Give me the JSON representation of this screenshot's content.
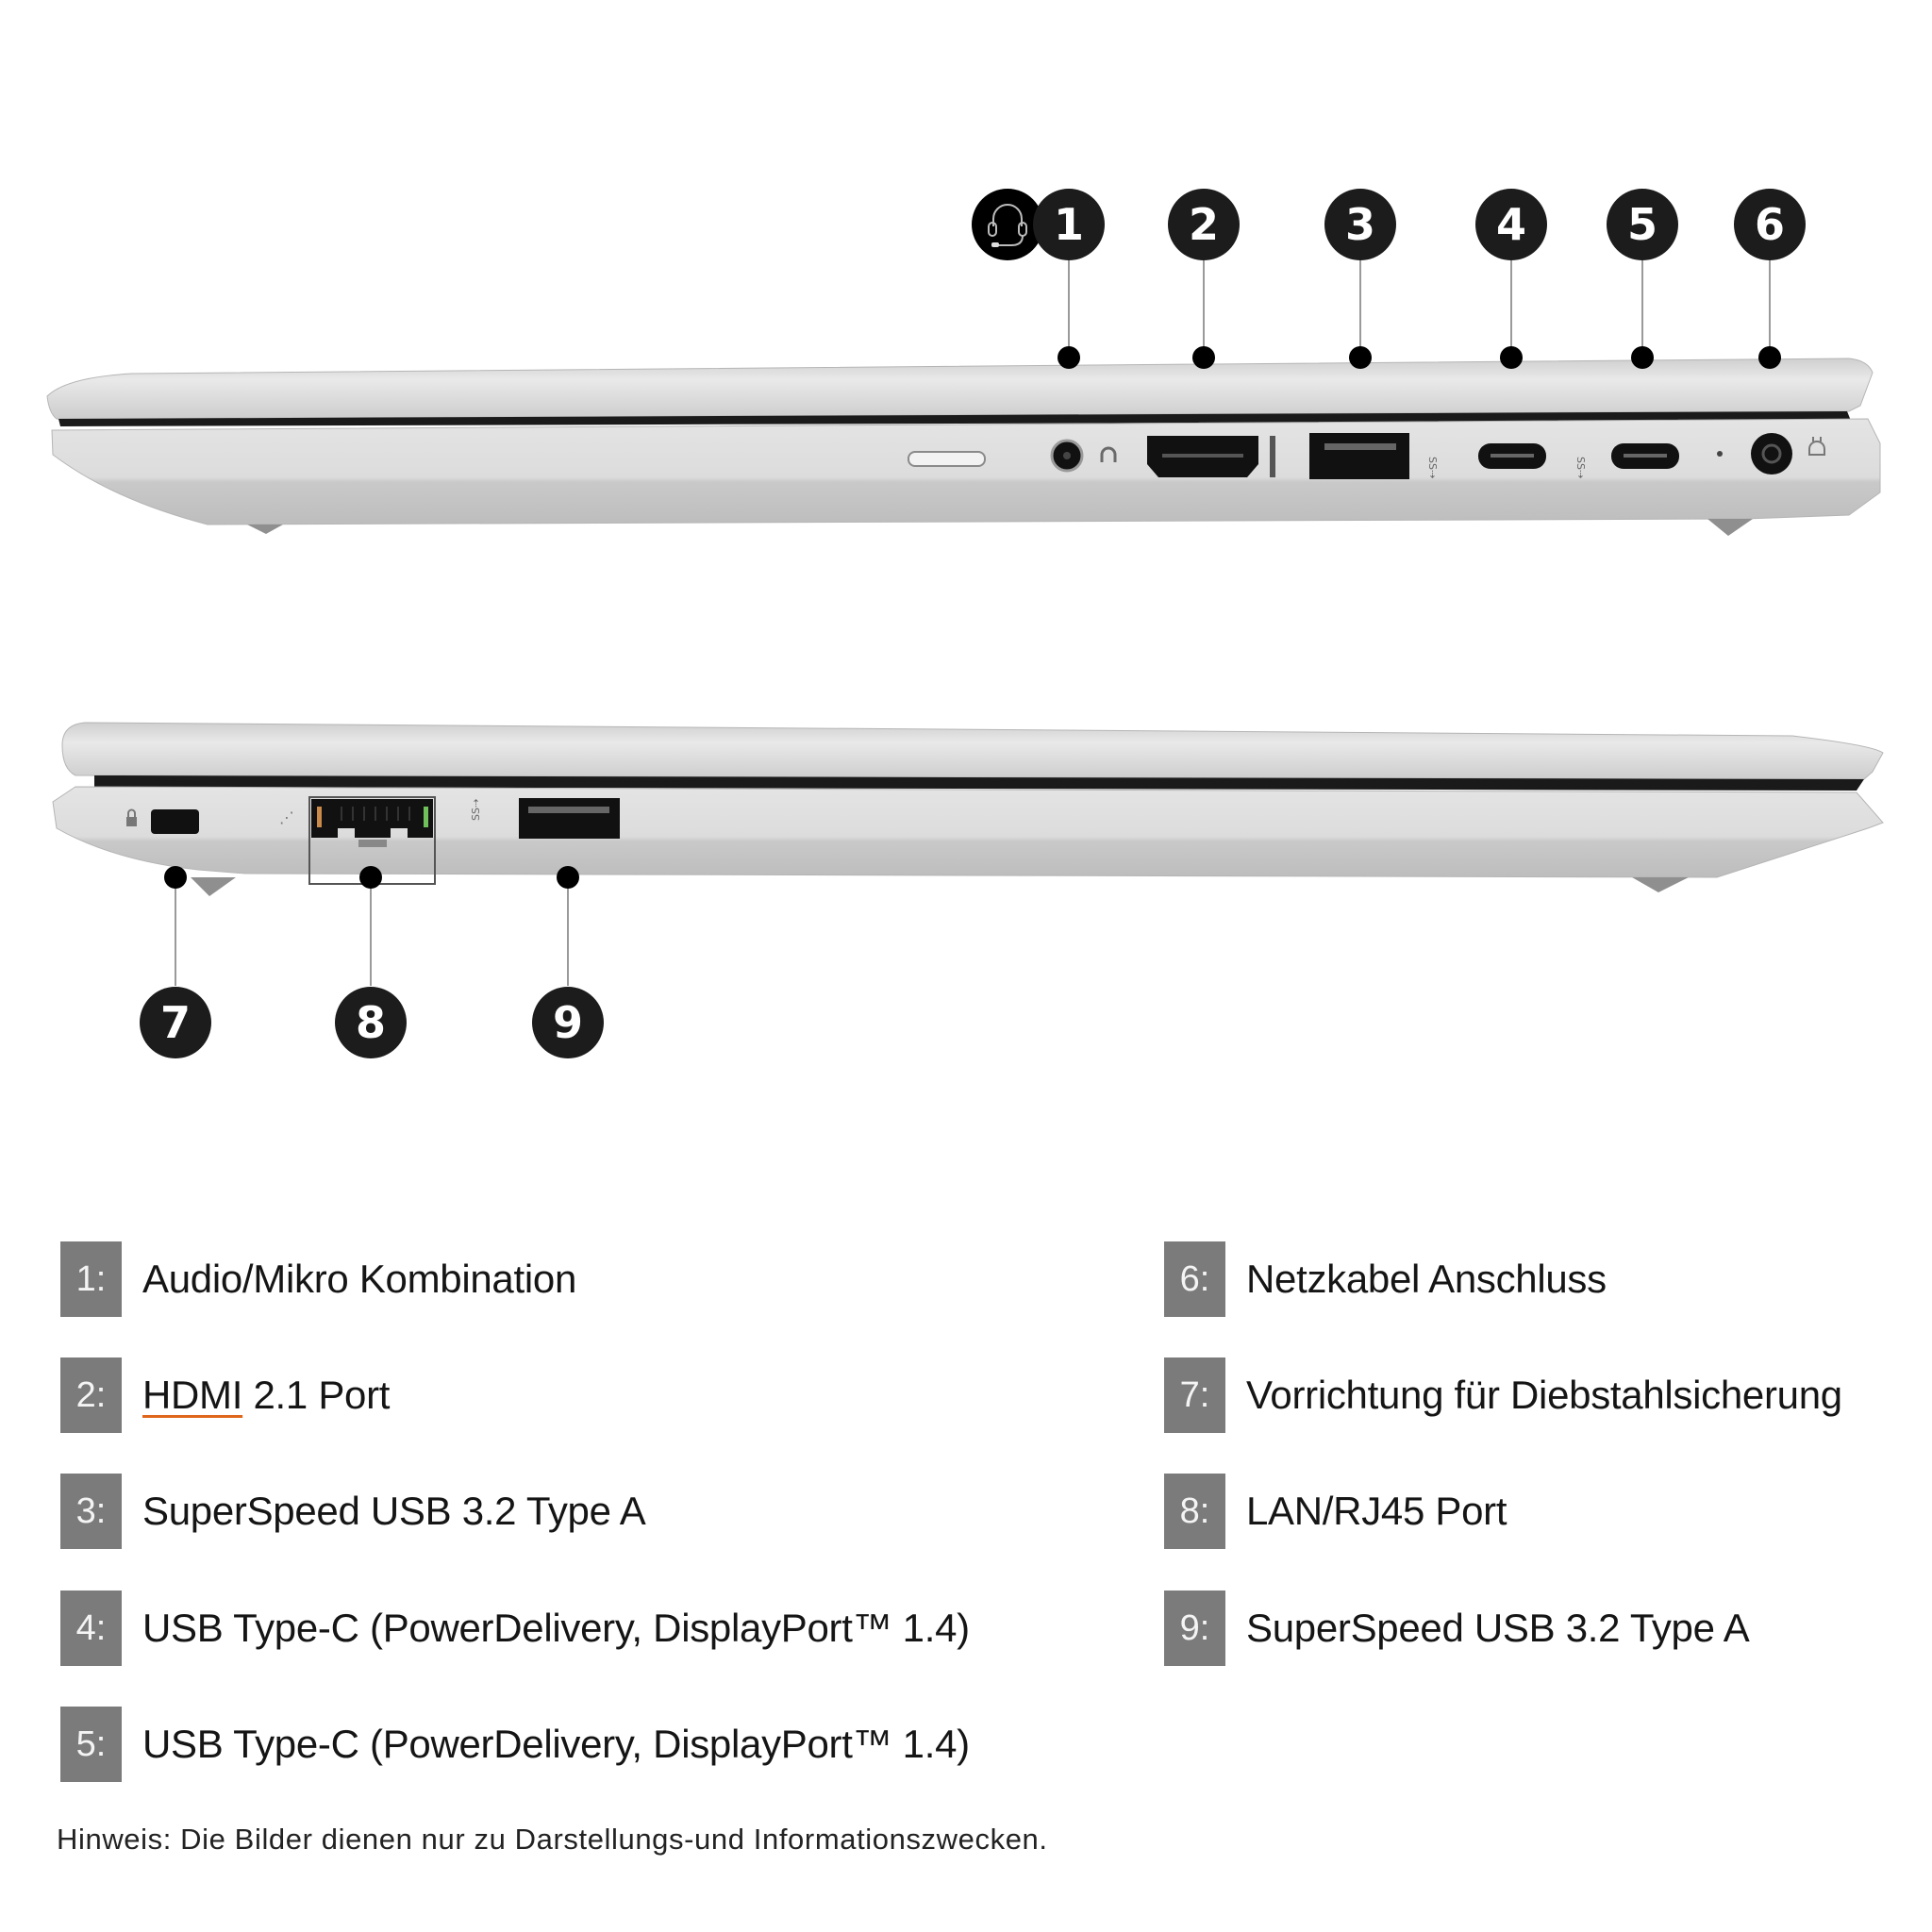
{
  "diagram": {
    "views": [
      {
        "name": "right-side-view",
        "callouts": [
          {
            "num": "1",
            "port": "audio-jack"
          },
          {
            "num": "2",
            "port": "hdmi"
          },
          {
            "num": "3",
            "port": "usb-a"
          },
          {
            "num": "4",
            "port": "usb-c"
          },
          {
            "num": "5",
            "port": "usb-c"
          },
          {
            "num": "6",
            "port": "power-jack"
          }
        ],
        "extra_icon": "headset-icon"
      },
      {
        "name": "left-side-view",
        "callouts": [
          {
            "num": "7",
            "port": "security-lock-slot"
          },
          {
            "num": "8",
            "port": "rj45"
          },
          {
            "num": "9",
            "port": "usb-a"
          }
        ]
      }
    ],
    "colors": {
      "chassis": "#d4d4d4",
      "chassis_light": "#e6e6e6",
      "port_black": "#111111",
      "callout_bg": "#1c1c1c",
      "legend_box": "#7b7b7b",
      "link_underline": "#e0661b",
      "lan_led_left": "#c98a4a",
      "lan_led_right": "#6fbf5a"
    }
  },
  "legend": {
    "left": [
      {
        "num": "1:",
        "text": "Audio/Mikro Kombination"
      },
      {
        "num": "2:",
        "link": "HDMI",
        "text": " 2.1 Port"
      },
      {
        "num": "3:",
        "text": "SuperSpeed USB 3.2 Type A"
      },
      {
        "num": "4:",
        "text": "USB Type-C (PowerDelivery, DisplayPort™ 1.4)"
      },
      {
        "num": "5:",
        "text": "USB Type-C (PowerDelivery, DisplayPort™ 1.4)"
      }
    ],
    "right": [
      {
        "num": "6:",
        "text": "Netzkabel Anschluss"
      },
      {
        "num": "7:",
        "text": "Vorrichtung für Diebstahlsicherung"
      },
      {
        "num": "8:",
        "text": "LAN/RJ45 Port"
      },
      {
        "num": "9:",
        "text": "SuperSpeed USB 3.2 Type A"
      }
    ]
  },
  "footnote": "Hinweis: Die Bilder dienen nur zu Darstellungs-und Informationszwecken."
}
